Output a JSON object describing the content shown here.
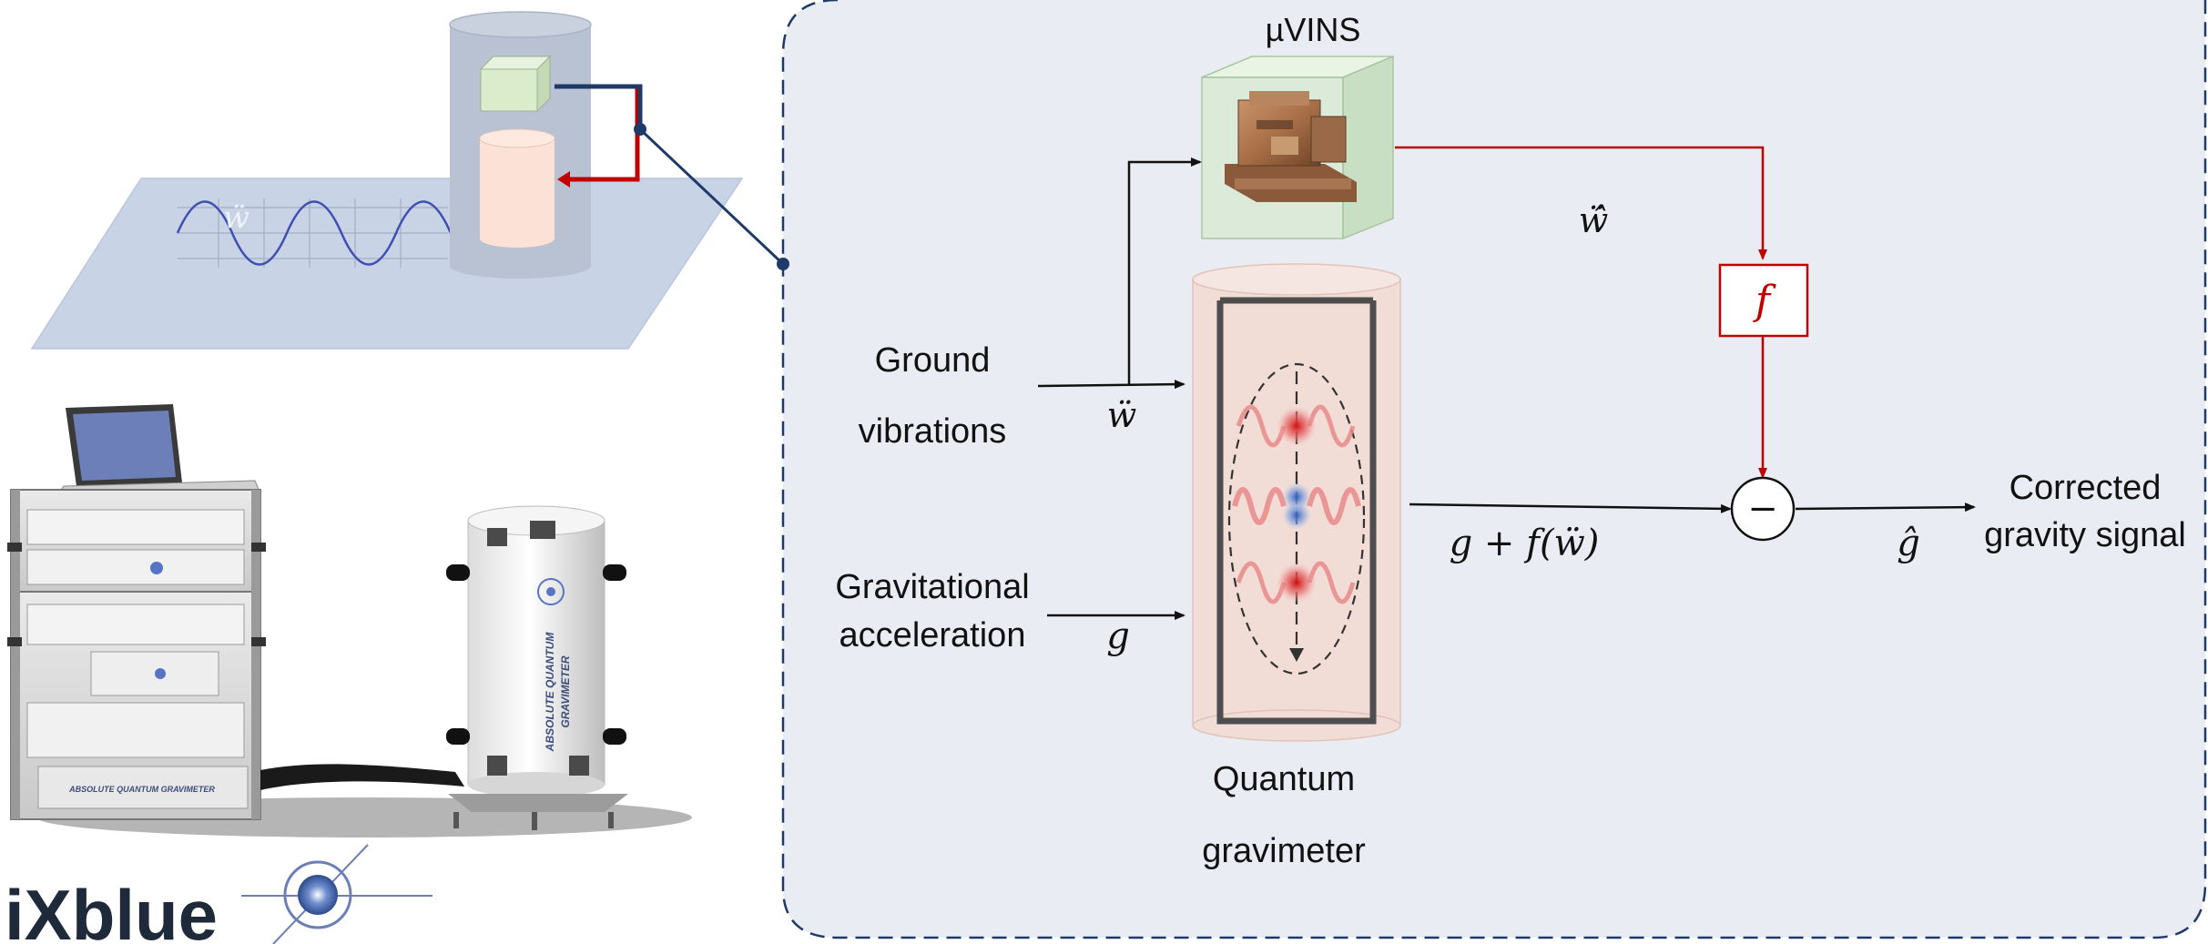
{
  "diagram": {
    "colors": {
      "panel_fill": "#e9ecf2",
      "panel_border": "#1f3a68",
      "signal_black": "#111111",
      "signal_red": "#c00000",
      "cylinder_fill": "#b9c2d3",
      "plane_fill": "#c8d3e6",
      "wave_blue": "#4050b0"
    },
    "labels": {
      "sensor_name": "µVINS",
      "input_vibrations_line1": "Ground",
      "input_vibrations_line2": "vibrations",
      "input_gravity_line1": "Gravitational",
      "input_gravity_line2": "acceleration",
      "gravimeter_line1": "Quantum",
      "gravimeter_line2": "gravimeter",
      "output_line1": "Corrected",
      "output_line2": "gravity signal"
    },
    "math": {
      "vibration_symbol": "ẅ",
      "vibration_estimate": "ẅ̂",
      "gravity_symbol": "g",
      "filter_symbol": "f",
      "measurement_expr": "g + f(ẅ)",
      "subtract_symbol": "−",
      "gravity_estimate": "ĝ",
      "sketch_wave_label": "ẅ"
    },
    "brand": {
      "logo_text": "iXblue",
      "instrument_cabinet_label": "ABSOLUTE QUANTUM GRAVIMETER",
      "sensor_head_label_line1": "ABSOLUTE QUANTUM",
      "sensor_head_label_line2": "GRAVIMETER"
    },
    "icons": [
      "gravimeter-sketch-icon",
      "vins-sensor-icon",
      "atom-cloud-icon",
      "ixblue-logo-icon"
    ]
  }
}
